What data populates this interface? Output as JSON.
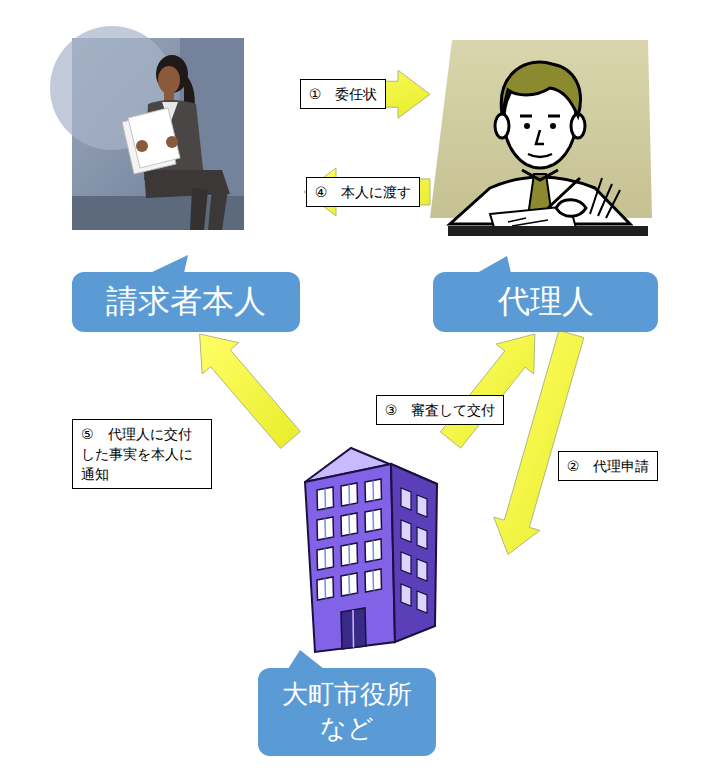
{
  "diagram": {
    "nodes": [
      {
        "text": [
          "請求者本人"
        ]
      },
      {
        "text": [
          "代理人"
        ]
      },
      {
        "text": [
          "大町市役所 など"
        ]
      }
    ],
    "edges": [
      {
        "from": 0,
        "to": 1,
        "arrow": "to",
        "label": "①　委任状"
      },
      {
        "from": 1,
        "to": 0,
        "arrow": "to",
        "label": "④　本人に渡す"
      },
      {
        "from": 1,
        "to": 2,
        "arrow": "to",
        "label": "②　代理申請"
      },
      {
        "from": 2,
        "to": 1,
        "arrow": "to",
        "label": "③　審査して交付"
      },
      {
        "from": 2,
        "to": 0,
        "arrow": "to",
        "label": "⑤　代理人に交付した事実を本人に通知"
      }
    ]
  }
}
